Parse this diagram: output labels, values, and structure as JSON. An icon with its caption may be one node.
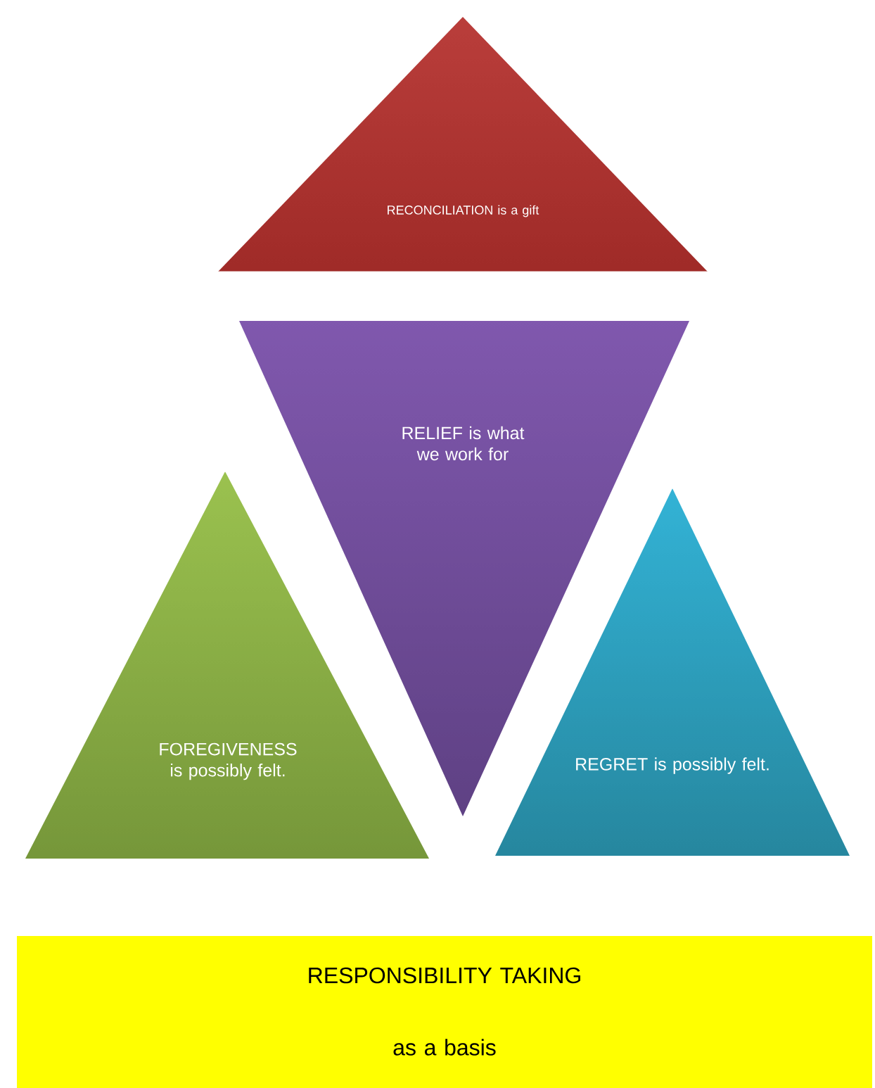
{
  "diagram": {
    "nodes": [
      {
        "text": [
          "RECONCILIATION is a gift"
        ]
      },
      {
        "text": [
          "RELIEF is what we work for"
        ]
      },
      {
        "text": [
          "FOREGIVENESS is possibly felt."
        ]
      },
      {
        "text": [
          "REGRET is possibly felt."
        ]
      },
      {
        "text": [
          "RESPONSIBILITY TAKING",
          "as a basis"
        ]
      }
    ]
  }
}
